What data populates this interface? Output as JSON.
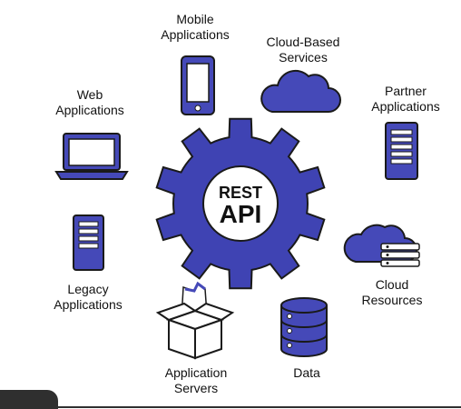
{
  "center": {
    "line1": "REST",
    "line2": "API"
  },
  "nodes": {
    "mobile": {
      "line1": "Mobile",
      "line2": "Applications",
      "icon": "smartphone-icon"
    },
    "cloud_services": {
      "line1": "Cloud-Based",
      "line2": "Services",
      "icon": "cloud-icon"
    },
    "web": {
      "line1": "Web",
      "line2": "Applications",
      "icon": "laptop-icon"
    },
    "partner": {
      "line1": "Partner",
      "line2": "Applications",
      "icon": "server-tower-icon"
    },
    "legacy": {
      "line1": "Legacy",
      "line2": "Applications",
      "icon": "server-tower-icon"
    },
    "cloud_resources": {
      "line1": "Cloud",
      "line2": "Resources",
      "icon": "cloud-storage-icon"
    },
    "app_servers": {
      "line1": "Application",
      "line2": "Servers",
      "icon": "open-box-icon"
    },
    "data": {
      "line1": "Data",
      "icon": "database-icon"
    }
  },
  "colors": {
    "primary": "#4549b8",
    "outline": "#1a1a1a",
    "gear": "#3f43b3"
  }
}
